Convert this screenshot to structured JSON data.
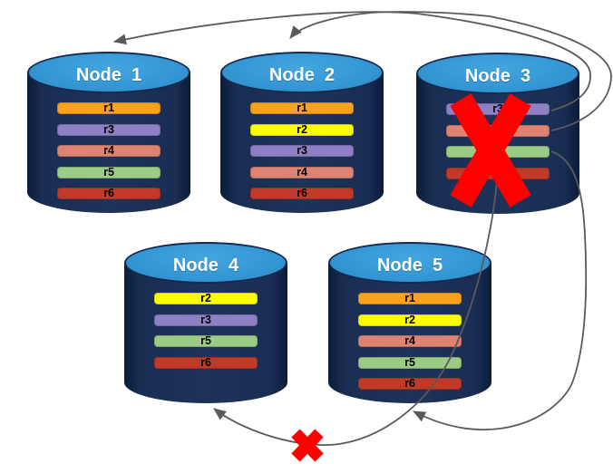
{
  "diagram": {
    "title": "",
    "arrow_color": "#5a5a5a",
    "failure_color": "#fe0000",
    "cylinder_top_color": "#3598d6",
    "cylinder_body_color": "#1c3056",
    "replica_colors": {
      "r1": "#faa21c",
      "r2": "#fdff00",
      "r3": "#8f7fc5",
      "r4": "#de8372",
      "r5": "#9ccb86",
      "r6": "#c13a28"
    },
    "nodes": [
      {
        "id": "node-1",
        "label": "Node  1",
        "replicas": [
          "r1",
          "r3",
          "r4",
          "r5",
          "r6"
        ],
        "failed": false
      },
      {
        "id": "node-2",
        "label": "Node  2",
        "replicas": [
          "r1",
          "r2",
          "r3",
          "r4",
          "r6"
        ],
        "failed": false
      },
      {
        "id": "node-3",
        "label": "Node  3",
        "replicas": [
          "r3",
          "r4",
          "r5",
          "r6"
        ],
        "failed": true
      },
      {
        "id": "node-4",
        "label": "Node  4",
        "replicas": [
          "r2",
          "r3",
          "r5",
          "r6"
        ],
        "failed": false
      },
      {
        "id": "node-5",
        "label": "Node  5",
        "replicas": [
          "r1",
          "r2",
          "r4",
          "r5",
          "r6"
        ],
        "failed": false
      }
    ],
    "arrows": [
      {
        "from": "node-3",
        "replica": "r3",
        "to": "node-1",
        "blocked": false
      },
      {
        "from": "node-3",
        "replica": "r4",
        "to": "node-2",
        "blocked": false
      },
      {
        "from": "node-3",
        "replica": "r5",
        "to": "node-5",
        "blocked": false
      },
      {
        "from": "node-3",
        "replica": null,
        "to": "node-4",
        "blocked": true
      }
    ]
  }
}
